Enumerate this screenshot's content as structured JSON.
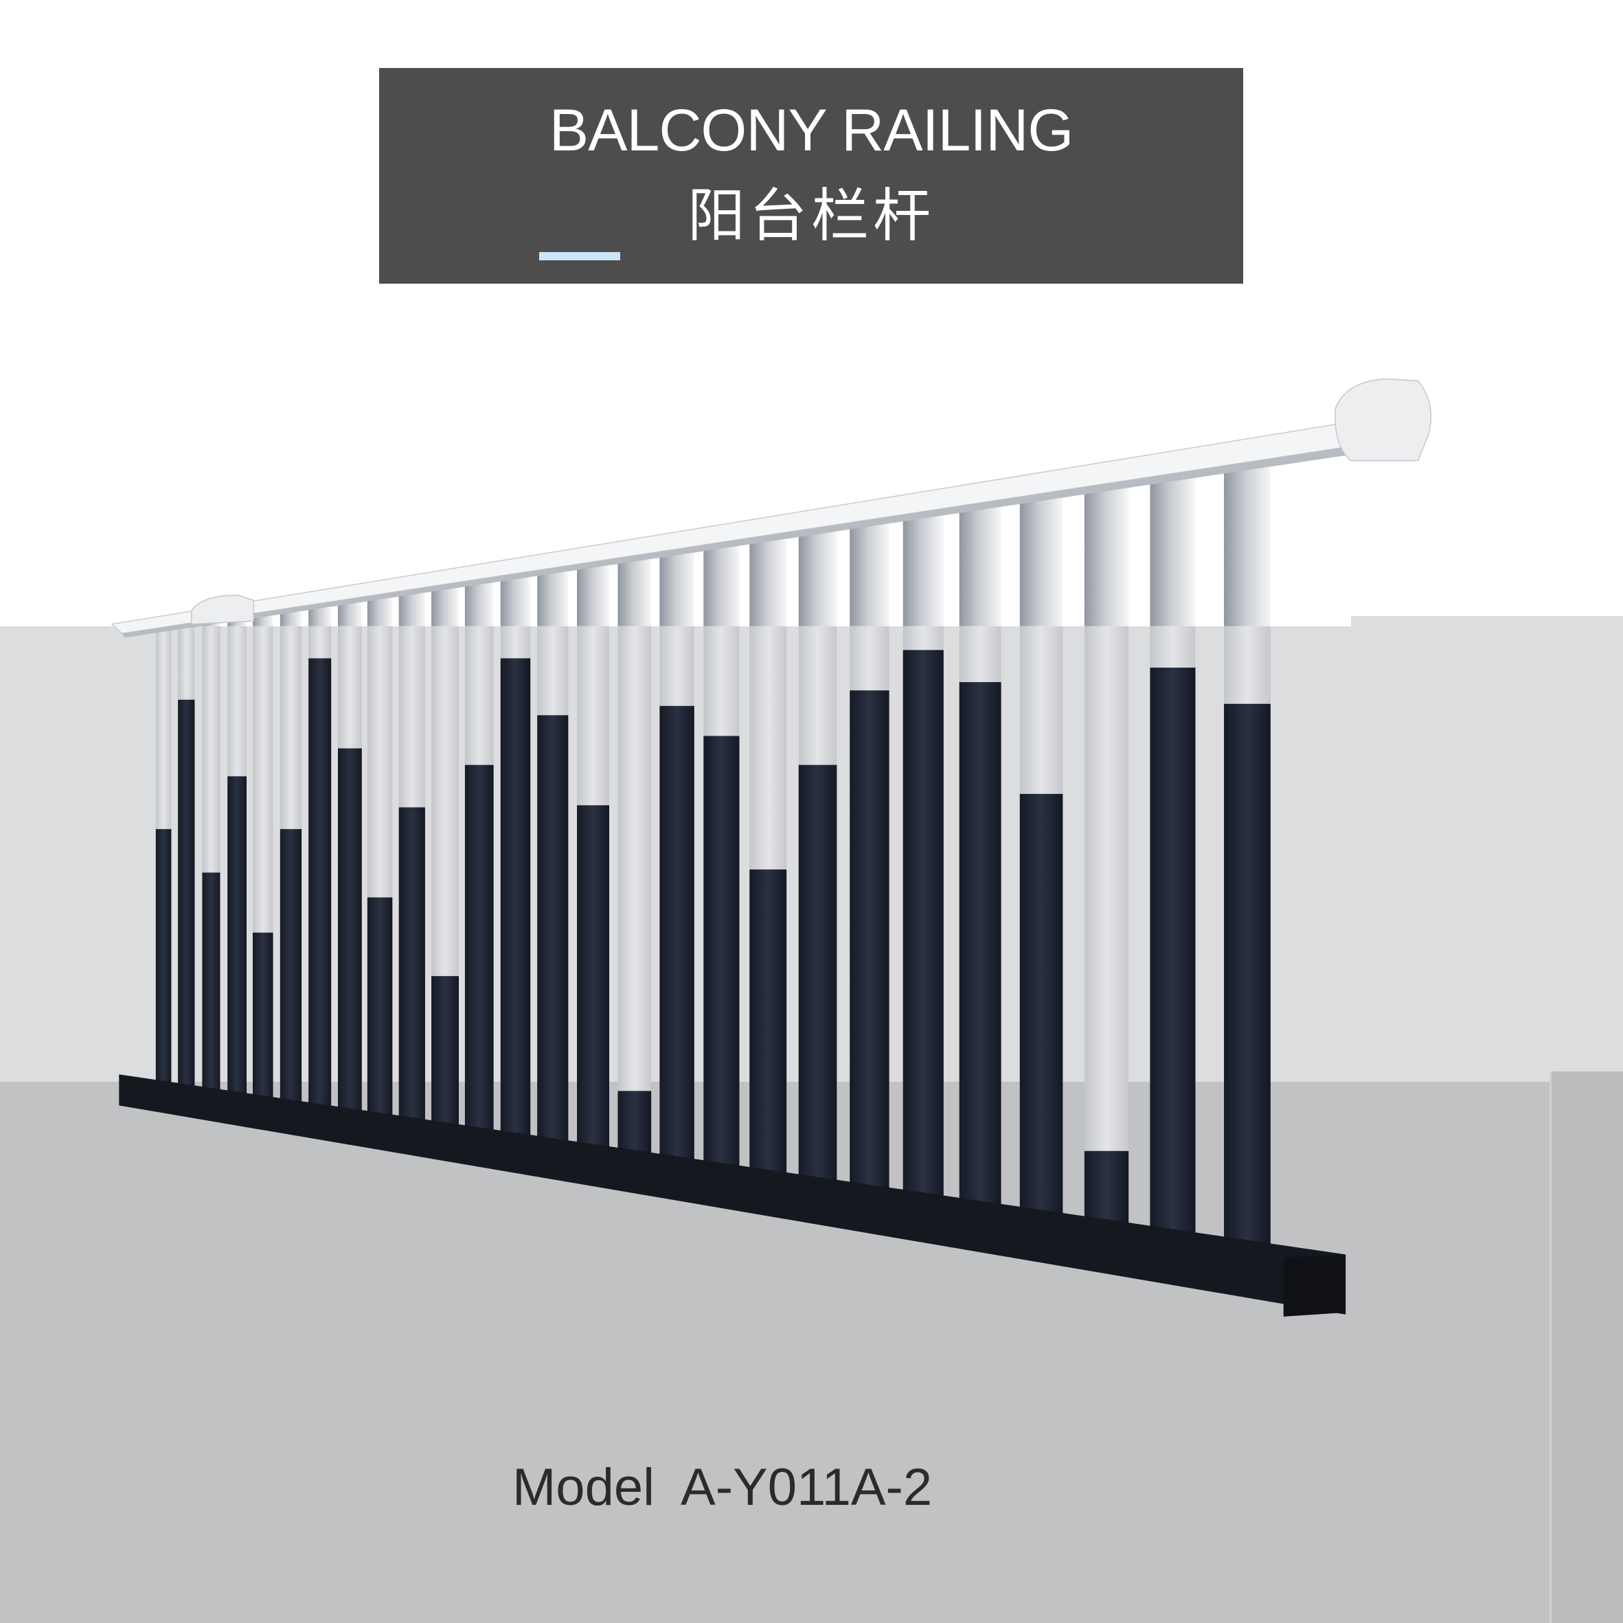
{
  "header": {
    "title_en": "BALCONY RAILING",
    "title_cn": "阳台栏杆"
  },
  "product": {
    "model_label": "Model",
    "model_code": "A-Y011A-2"
  },
  "colors": {
    "title_bg": "#4d4d4d",
    "accent_bar": "#cbe6f8",
    "post_dark": "#1e2433",
    "post_light": "#d3d5d8",
    "rail": "#f4f5f6"
  }
}
